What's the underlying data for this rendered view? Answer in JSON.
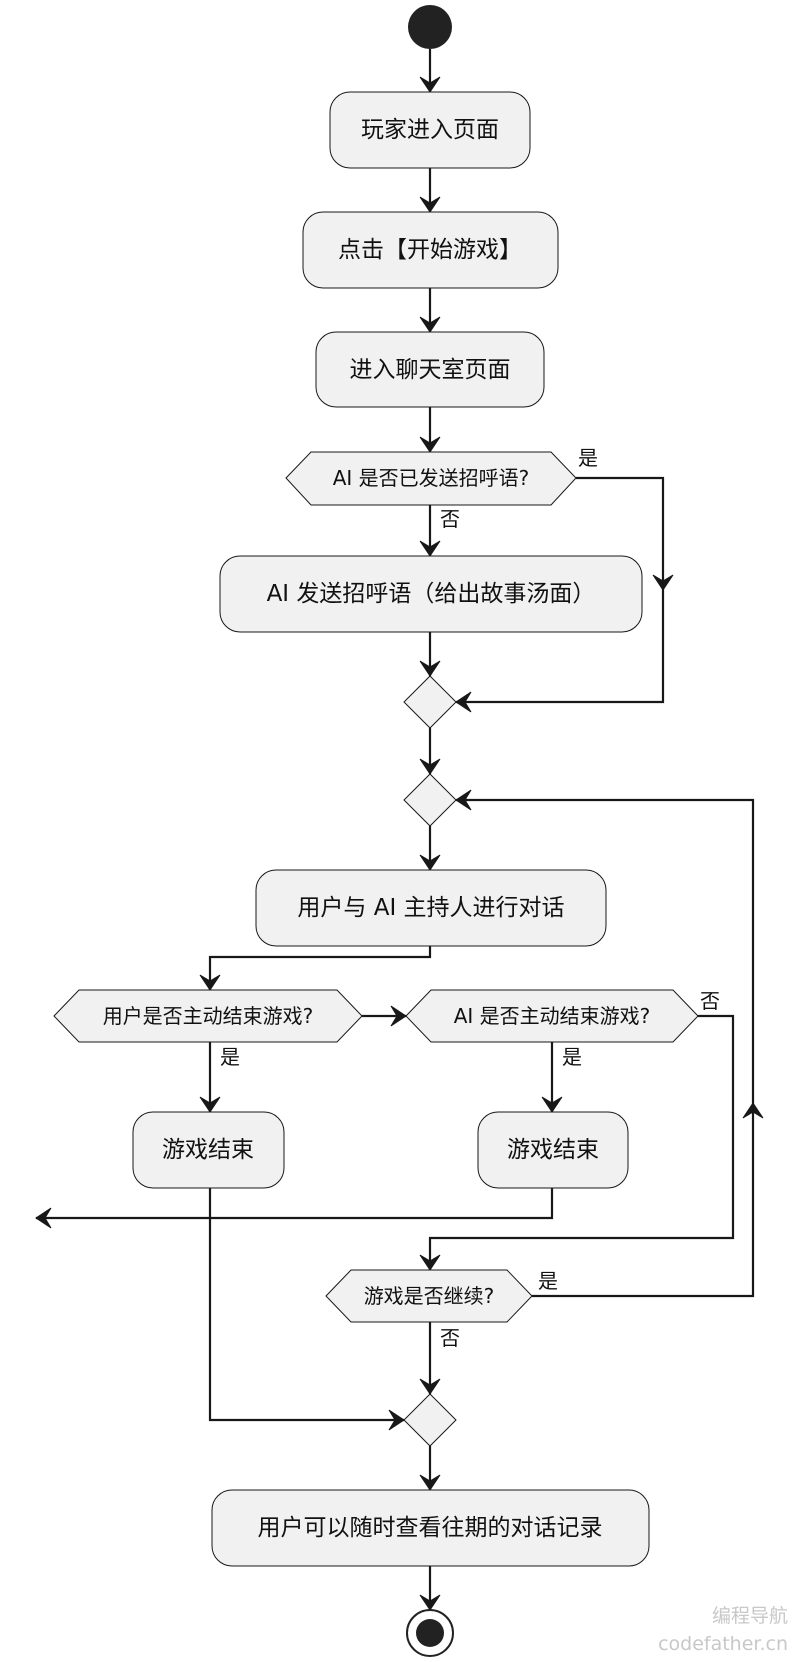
{
  "nodes": {
    "enter_page": "玩家进入页面",
    "click_start": "点击【开始游戏】",
    "enter_chatroom": "进入聊天室页面",
    "ai_sent_greeting_q": "AI 是否已发送招呼语?",
    "ai_send_greeting": "AI 发送招呼语（给出故事汤面）",
    "user_dialog": "用户与  AI 主持人进行对话",
    "user_end_q": "用户是否主动结束游戏?",
    "ai_end_q": "AI 是否主动结束游戏?",
    "game_over_1": "游戏结束",
    "game_over_2": "游戏结束",
    "continue_q": "游戏是否继续?",
    "view_history": "用户可以随时查看往期的对话记录"
  },
  "labels": {
    "yes": "是",
    "no": "否"
  },
  "watermark": {
    "name": "编程导航",
    "site": "codefather.cn"
  },
  "colors": {
    "node_fill": "#f1f1f1",
    "stroke": "#181818",
    "watermark": "#c8c8c8"
  }
}
